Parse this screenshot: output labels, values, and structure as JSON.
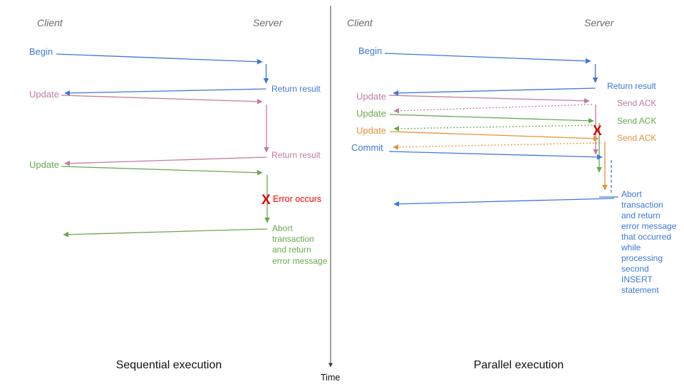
{
  "colors": {
    "blue": "#3c78d8",
    "pink": "#c27ba0",
    "green": "#6aa84f",
    "orange": "#e69138",
    "red_x": "#dd0000",
    "red_text": "#ff0000",
    "header_gray": "#6b6b6b",
    "black": "#111111"
  },
  "time_axis": {
    "label": "Time"
  },
  "left": {
    "caption": "Sequential execution",
    "client_header": "Client",
    "server_header": "Server",
    "rows": {
      "begin_label": "Begin",
      "begin_return": "Return result",
      "update1_label": "Update",
      "update1_return": "Return result",
      "update2_label": "Update",
      "error_x": "X",
      "error_label": "Error occurs",
      "abort_lines": [
        "Abort",
        "transaction",
        "and return",
        "error message"
      ]
    }
  },
  "right": {
    "caption": "Parallel execution",
    "client_header": "Client",
    "server_header": "Server",
    "rows": {
      "begin_label": "Begin",
      "begin_return": "Return result",
      "update1_label": "Update",
      "update1_ack": "Send ACK",
      "update2_label": "Update",
      "update2_ack": "Send ACK",
      "update3_label": "Update",
      "update3_ack": "Send ACK",
      "commit_label": "Commit",
      "error_x": "X",
      "abort_lines": [
        "Abort",
        "transaction",
        "and return",
        "error message",
        "that occurred",
        "while",
        "processing",
        "second",
        "INSERT",
        "statement"
      ]
    }
  }
}
